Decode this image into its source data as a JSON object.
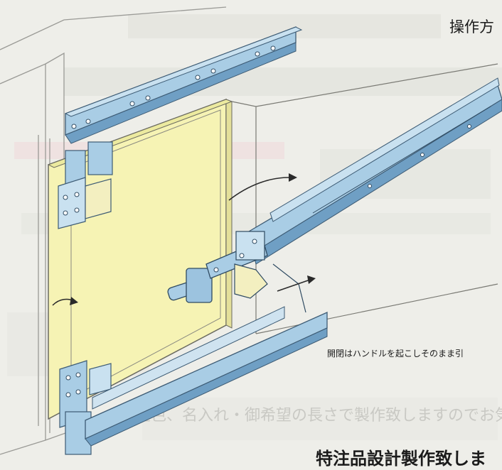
{
  "labels": {
    "title": "操作方",
    "instruction": "開閉はハンドルを起こしそのまま引",
    "footer": "特注品設計製作致しま",
    "background_text": "定色、名入れ・御希望の長さで製作致しますのでお気軽に御用命下さい"
  },
  "colors": {
    "page_bg": "#eeeee9",
    "steel_blue": "#a9cde5",
    "steel_blue_dark": "#6f9fc4",
    "door_yellow": "#f6f3b4",
    "cabinet_line": "#9a9a96",
    "ink": "#1b1b1b"
  }
}
